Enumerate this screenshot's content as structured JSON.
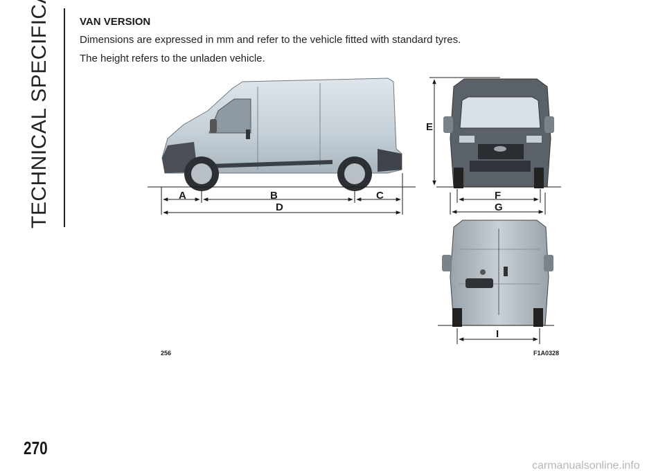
{
  "sidebar": {
    "section_title": "TECHNICAL SPECIFICATIONS"
  },
  "content": {
    "heading": "VAN VERSION",
    "paragraph_1": "Dimensions are expressed in mm and refer to the vehicle fitted with standard tyres.",
    "paragraph_2": "The height refers to the unladen vehicle."
  },
  "figure": {
    "number": "256",
    "code": "F1A0328",
    "dimension_labels": {
      "A": "A",
      "B": "B",
      "C": "C",
      "D": "D",
      "E": "E",
      "F": "F",
      "G": "G",
      "I": "I"
    }
  },
  "footer": {
    "page_number": "270",
    "watermark": "carmanualsonline.info"
  },
  "colors": {
    "van_body": "#c9d3da",
    "van_dark": "#4a4f55",
    "line": "#1a1a1a"
  }
}
